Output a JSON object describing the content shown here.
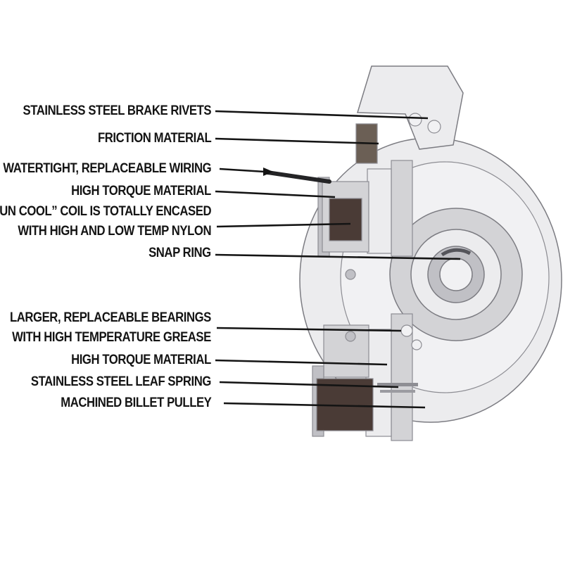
{
  "diagram": {
    "callouts": [
      {
        "id": "brake-rivets",
        "lines": [
          "STAINLESS STEEL BRAKE RIVETS"
        ]
      },
      {
        "id": "friction-material",
        "lines": [
          "FRICTION MATERIAL"
        ]
      },
      {
        "id": "wiring",
        "lines": [
          "WATERTIGHT, REPLACEABLE WIRING"
        ]
      },
      {
        "id": "high-torque-upper",
        "lines": [
          "HIGH TORQUE MATERIAL"
        ]
      },
      {
        "id": "run-cool-coil",
        "lines": [
          "“RUN COOL” COIL IS TOTALLY ENCASED",
          "WITH HIGH AND LOW TEMP NYLON"
        ]
      },
      {
        "id": "snap-ring",
        "lines": [
          "SNAP RING"
        ]
      },
      {
        "id": "bearings",
        "lines": [
          "LARGER, REPLACEABLE BEARINGS",
          "WITH HIGH TEMPERATURE GREASE"
        ]
      },
      {
        "id": "high-torque-lower",
        "lines": [
          "HIGH TORQUE MATERIAL"
        ]
      },
      {
        "id": "leaf-spring",
        "lines": [
          "STAINLESS STEEL LEAF SPRING"
        ]
      },
      {
        "id": "billet-pulley",
        "lines": [
          "MACHINED BILLET PULLEY"
        ]
      }
    ],
    "colors": {
      "background": "#ffffff",
      "label_text": "#141414",
      "leader_line": "#141414",
      "coil": "#4a3b36",
      "friction_pad": "#6b5f55",
      "wire": "#242426",
      "metal_light": "#ececee",
      "metal_mid": "#d3d3d6",
      "metal_dark": "#a6a6ac",
      "outline": "#7c7c82"
    }
  }
}
